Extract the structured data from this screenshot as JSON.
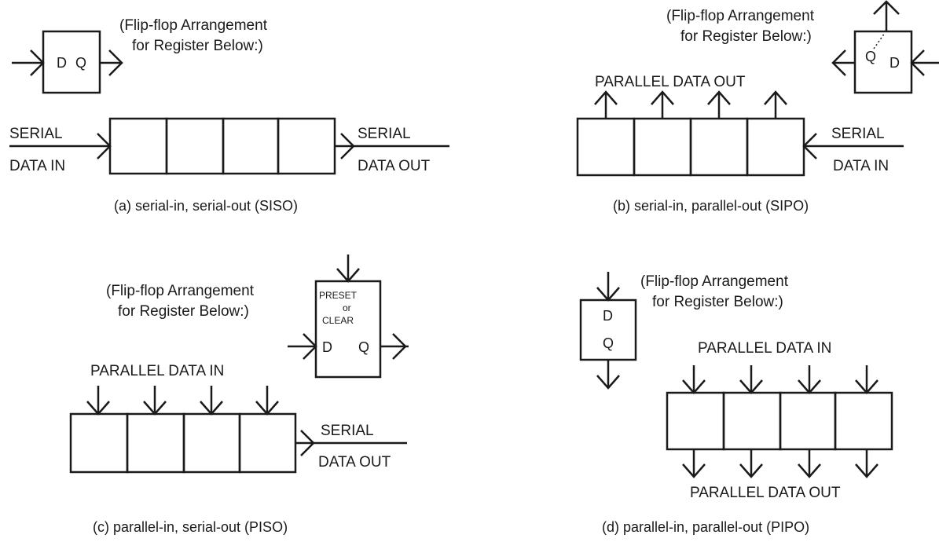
{
  "colors": {
    "ink": "#1a1a1a",
    "background": "#ffffff"
  },
  "panels": {
    "a": {
      "caption": "(a) serial-in, serial-out (SISO)",
      "ff_note_line1": "(Flip-flop Arrangement",
      "ff_note_line2": "for Register Below:)",
      "ff_d": "D",
      "ff_q": "Q",
      "input_line1": "SERIAL",
      "input_line2": "DATA IN",
      "output_line1": "SERIAL",
      "output_line2": "DATA OUT"
    },
    "b": {
      "caption": "(b) serial-in, parallel-out (SIPO)",
      "ff_note_line1": "(Flip-flop Arrangement",
      "ff_note_line2": "for Register Below:)",
      "ff_q": "Q",
      "ff_d": "D",
      "output_label": "PARALLEL DATA OUT",
      "input_line1": "SERIAL",
      "input_line2": "DATA IN"
    },
    "c": {
      "caption": "(c) parallel-in, serial-out (PISO)",
      "ff_note_line1": "(Flip-flop Arrangement",
      "ff_note_line2": "for Register Below:)",
      "ff_preset": "PRESET",
      "ff_or": "or",
      "ff_clear": "CLEAR",
      "ff_d": "D",
      "ff_q": "Q",
      "input_label": "PARALLEL DATA IN",
      "output_line1": "SERIAL",
      "output_line2": "DATA OUT"
    },
    "d": {
      "caption": "(d) parallel-in, parallel-out (PIPO)",
      "ff_note_line1": "(Flip-flop Arrangement",
      "ff_note_line2": "for Register Below:)",
      "ff_d": "D",
      "ff_q": "Q",
      "input_label": "PARALLEL DATA IN",
      "output_label": "PARALLEL DATA OUT"
    }
  }
}
